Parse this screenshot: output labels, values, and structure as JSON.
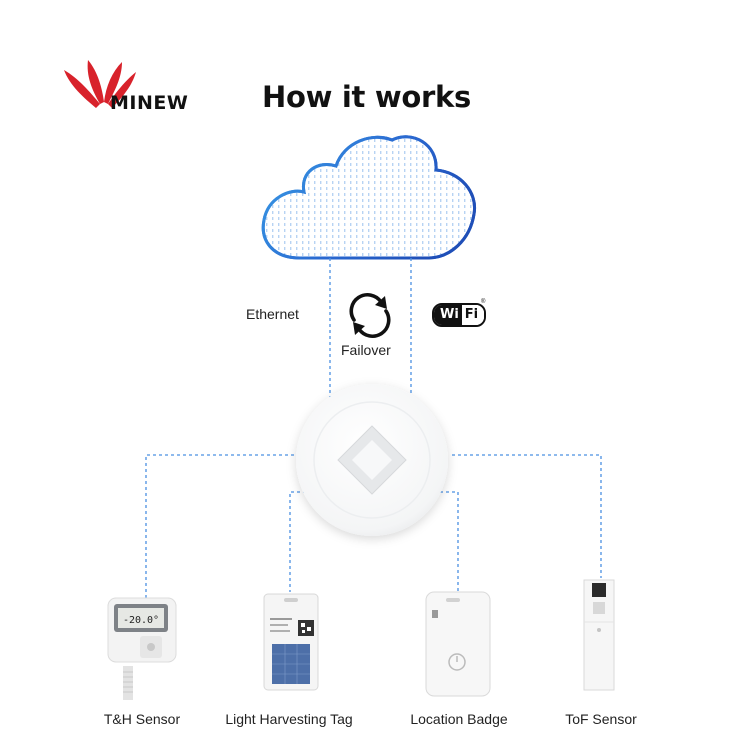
{
  "header": {
    "brand": "MINEW",
    "title": "How it works"
  },
  "connections": {
    "ethernet_label": "Ethernet",
    "failover_label": "Failover",
    "wifi_badge": {
      "left": "Wi",
      "right": "Fi"
    }
  },
  "devices": [
    {
      "label": "T&H Sensor",
      "display": "-20.0°"
    },
    {
      "label": "Light Harvesting Tag"
    },
    {
      "label": "Location Badge"
    },
    {
      "label": "ToF Sensor"
    }
  ],
  "colors": {
    "brand_red": "#d8222b",
    "cloud_blue": "#2a74d6",
    "dash_blue": "#4a90e2"
  }
}
